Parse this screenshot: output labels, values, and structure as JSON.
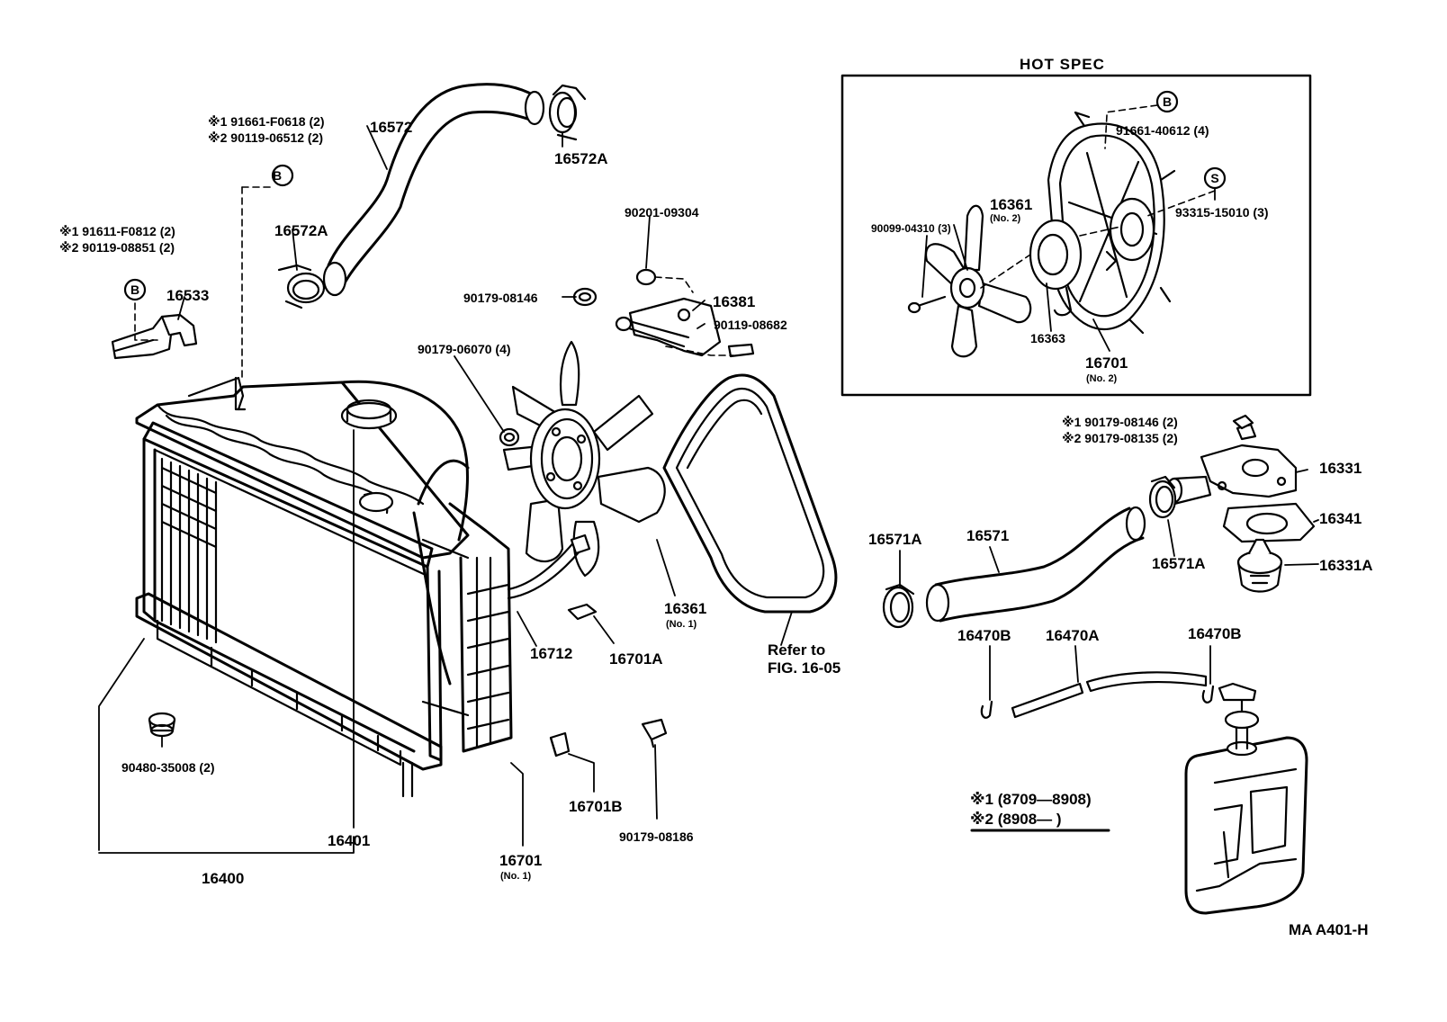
{
  "diagram": {
    "hot_spec_title": "HOT SPEC",
    "ref_code": "MA  A401-H",
    "legend": {
      "line1": "※1 (8709—8908)",
      "line2": "※2 (8908—          )"
    },
    "callouts": {
      "c_91661_F0618": "※1  91661-F0618 (2)",
      "c_90119_06512": "※2 90119-06512 (2)",
      "c_91611_F0812": "※1  91611-F0812 (2)",
      "c_90119_08851": "※2 90119-08851 (2)",
      "c_16572": "16572",
      "c_16572A_top": "16572A",
      "c_16572A_left": "16572A",
      "c_16533": "16533",
      "c_90201_09304": "90201-09304",
      "c_90179_08146": "90179-08146",
      "c_16381": "16381",
      "c_90119_08682": "90119-08682",
      "c_90179_06070": "90179-06070 (4)",
      "c_16361_no1": "16361",
      "c_16361_no1_sub": "(No. 1)",
      "c_16712": "16712",
      "c_16701A": "16701A",
      "c_refer_1": "Refer to",
      "c_refer_2": "FIG. 16-05",
      "c_90480_35008": "90480-35008 (2)",
      "c_16401": "16401",
      "c_16400": "16400",
      "c_16701_no1": "16701",
      "c_16701_no1_sub": "(No. 1)",
      "c_16701B": "16701B",
      "c_90179_08186": "90179-08186",
      "c_91661_40612": "91661-40612 (4)",
      "c_93315_15010": "93315-15010 (3)",
      "c_16361_no2": "16361",
      "c_16361_no2_sub": "(No. 2)",
      "c_90099_04310": "90099-04310 (3)",
      "c_16363": "16363",
      "c_16701_no2": "16701",
      "c_16701_no2_sub": "(No. 2)",
      "c_90179_08146_b": "※1  90179-08146 (2)",
      "c_90179_08135": "※2 90179-08135 (2)",
      "c_16331": "16331",
      "c_16341": "16341",
      "c_16331A": "16331A",
      "c_16571A_left": "16571A",
      "c_16571": "16571",
      "c_16571A_right": "16571A",
      "c_16470B_left": "16470B",
      "c_16470A": "16470A",
      "c_16470B_right": "16470B"
    },
    "symbols": {
      "b": "B",
      "s": "S"
    }
  }
}
